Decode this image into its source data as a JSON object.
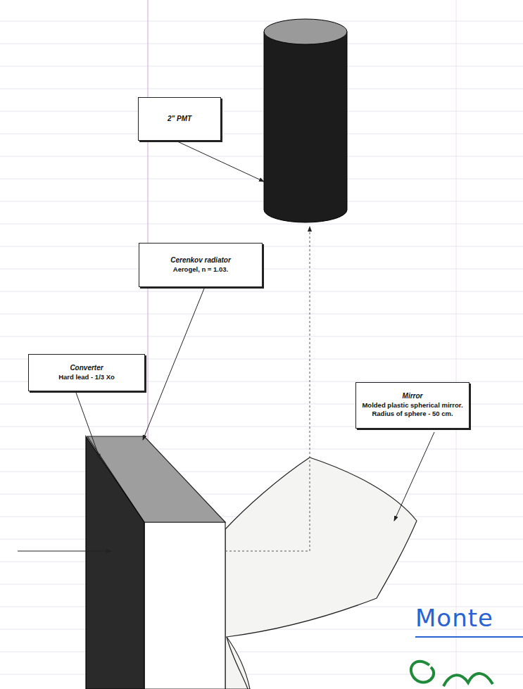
{
  "diagram": {
    "nodes": [
      {
        "text": [
          "2\" PMT"
        ]
      },
      {
        "text": [
          "Cerenkov radiator",
          "Aerogel, n = 1.03."
        ]
      },
      {
        "text": [
          "Converter",
          "Hard lead - 1/3 Xo"
        ]
      },
      {
        "text": [
          "Mirror",
          "Molded plastic spherical mirror. Radius of sphere - 50 cm."
        ]
      }
    ],
    "labels": [
      "Monte"
    ]
  }
}
